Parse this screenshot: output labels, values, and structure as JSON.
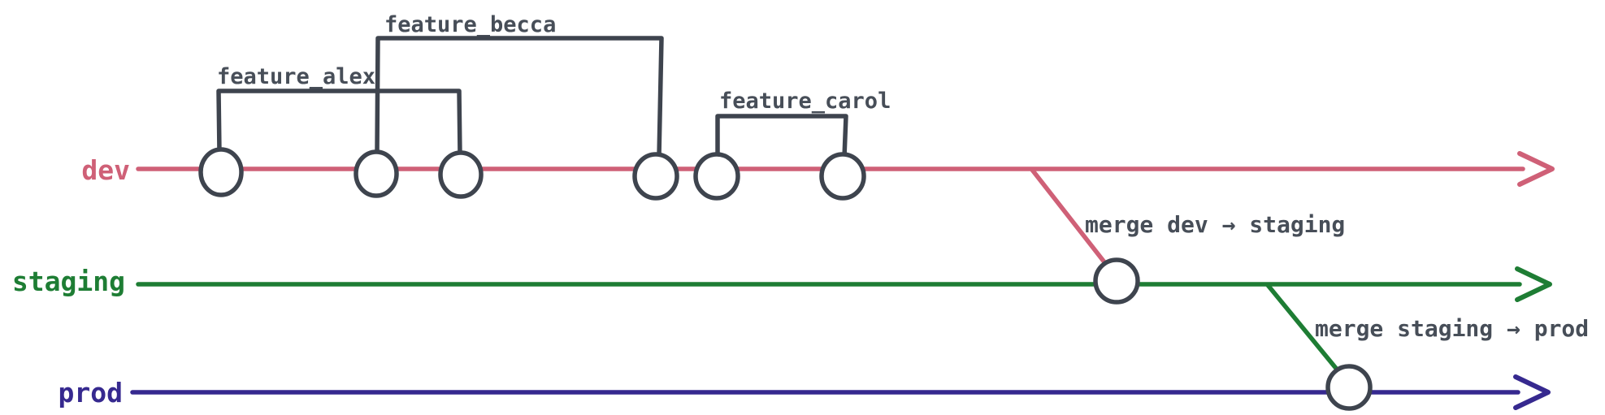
{
  "diagram": {
    "title": "git branch flow diagram",
    "background_color": "#ffffff",
    "outline_color": "#3e444e",
    "text_color": "#474e58",
    "branches": [
      {
        "name": "dev",
        "color": "#cf6077",
        "commit_count": 6
      },
      {
        "name": "staging",
        "color": "#1e7d34",
        "commit_count": 1
      },
      {
        "name": "prod",
        "color": "#36298f",
        "commit_count": 1
      }
    ],
    "features": [
      {
        "label": "feature_alex"
      },
      {
        "label": "feature_becca"
      },
      {
        "label": "feature_carol"
      }
    ],
    "merges": [
      {
        "label": "merge dev → staging",
        "from": "dev",
        "to": "staging"
      },
      {
        "label": "merge staging → prod",
        "from": "staging",
        "to": "prod"
      }
    ]
  }
}
